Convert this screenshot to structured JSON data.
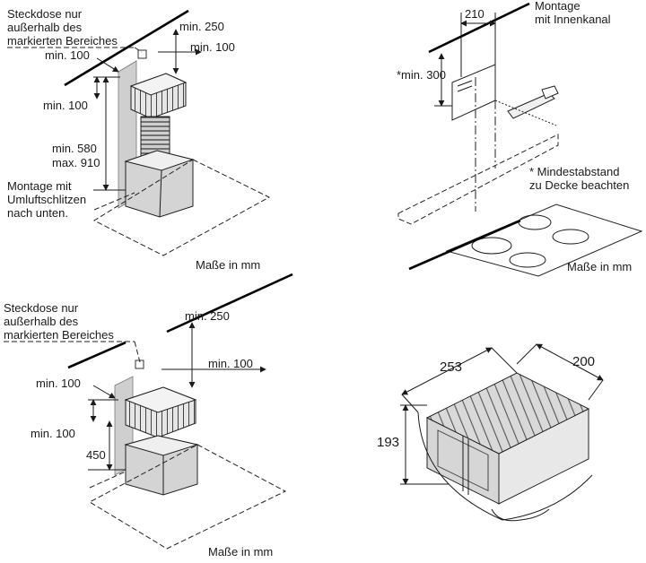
{
  "panel_top_left": {
    "note_socket": [
      "Steckdose nur",
      "außerhalb des",
      "markierten Bereiches"
    ],
    "dim_min250": "min. 250",
    "dim_min100_right": "min. 100",
    "dim_min100_left": "min. 100",
    "dim_min100_side": "min. 100",
    "dim_min580": "min. 580",
    "dim_max910": "max. 910",
    "note_mount": [
      "Montage mit",
      "Umluftschlitzen",
      "nach unten."
    ],
    "units": "Maße in mm"
  },
  "panel_top_right": {
    "dim_210": "210",
    "title": [
      "Montage",
      "mit Innenkanal"
    ],
    "dim_min300": "*min. 300",
    "note_ceiling": [
      "* Mindestabstand",
      "zu Decke beachten"
    ],
    "units": "Maße in mm"
  },
  "panel_bottom_left": {
    "note_socket": [
      "Steckdose nur",
      "außerhalb des",
      "markierten Bereiches"
    ],
    "dim_min250": "min. 250",
    "dim_min100_right": "min. 100",
    "dim_min100_left": "min. 100",
    "dim_min100_side": "min. 100",
    "dim_450": "450",
    "units": "Maße in mm"
  },
  "panel_bottom_right": {
    "dim_253": "253",
    "dim_200": "200",
    "dim_193": "193"
  }
}
